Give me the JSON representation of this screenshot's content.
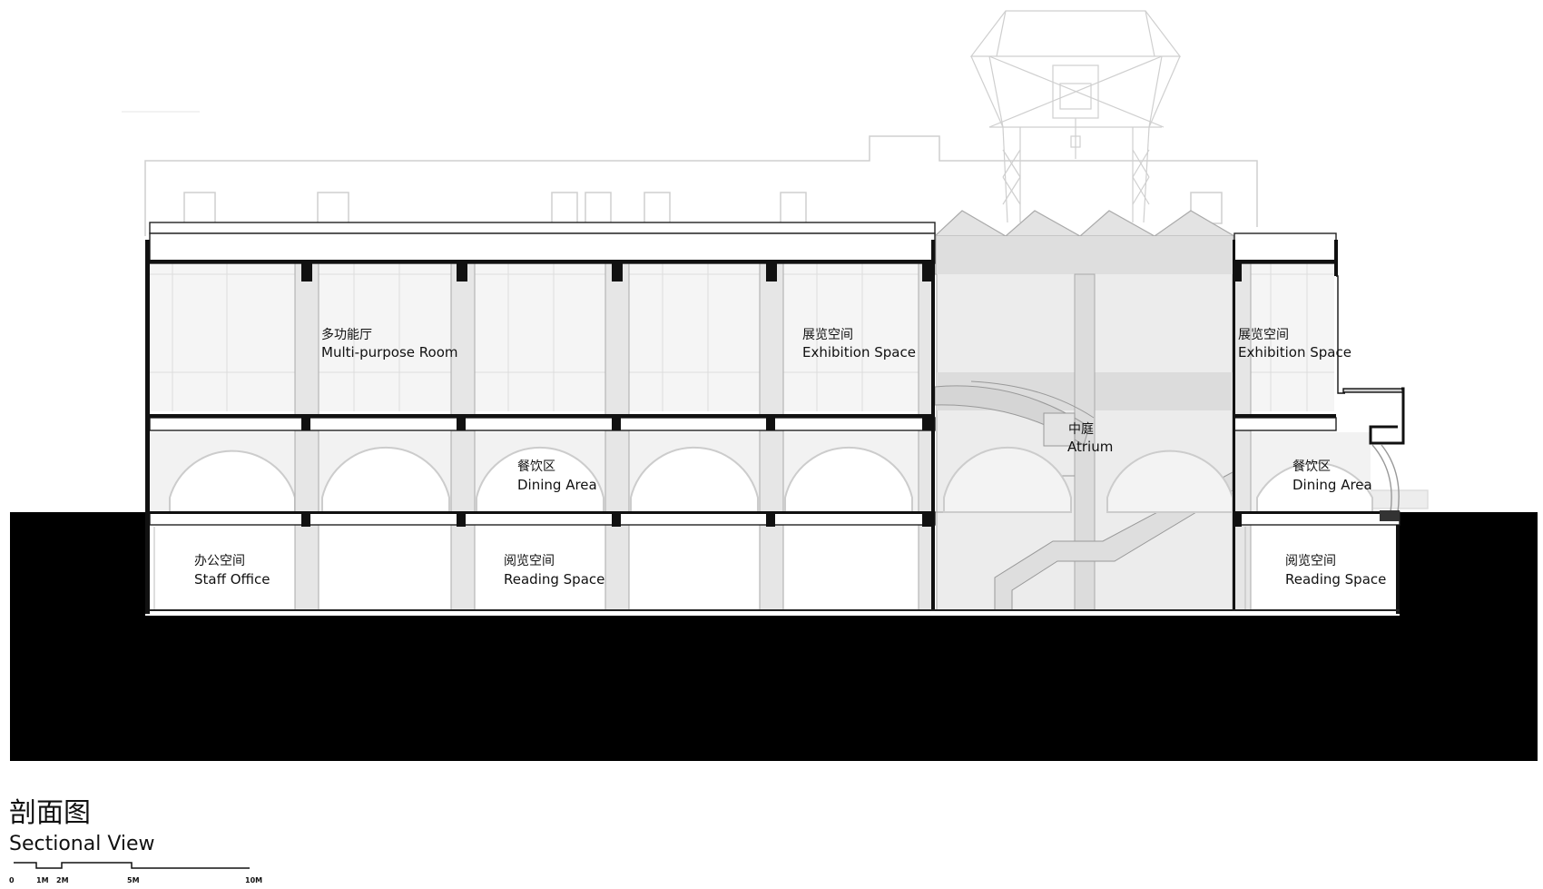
{
  "title": {
    "cn": "剖面图",
    "en": "Sectional View"
  },
  "scale_bar": {
    "labels": [
      "0",
      "1M",
      "2M",
      "5M",
      "10M"
    ]
  },
  "spaces": [
    {
      "id": "multi-purpose-room",
      "cn": "多功能厅",
      "en": "Multi-purpose Room"
    },
    {
      "id": "exhibition-space-1",
      "cn": "展览空间",
      "en": "Exhibition Space"
    },
    {
      "id": "exhibition-space-2",
      "cn": "展览空间",
      "en": "Exhibition Space"
    },
    {
      "id": "atrium",
      "cn": "中庭",
      "en": "Atrium"
    },
    {
      "id": "dining-area-1",
      "cn": "餐饮区",
      "en": "Dining Area"
    },
    {
      "id": "dining-area-2",
      "cn": "餐饮区",
      "en": "Dining Area"
    },
    {
      "id": "staff-office",
      "cn": "办公空间",
      "en": "Staff Office"
    },
    {
      "id": "reading-space-1",
      "cn": "阅览空间",
      "en": "Reading Space"
    },
    {
      "id": "reading-space-2",
      "cn": "阅览空间",
      "en": "Reading Space"
    }
  ]
}
